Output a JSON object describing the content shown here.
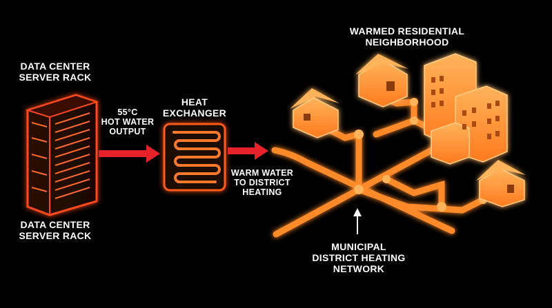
{
  "server": {
    "title_top": [
      "DATA CENTER",
      "SERVER RACK"
    ],
    "title_bottom": [
      "DATA CENTER",
      "SERVER RACK"
    ]
  },
  "flow": {
    "hot_output": [
      "55°C",
      "HOT WATER",
      "OUTPUT"
    ],
    "warm_output": [
      "WARM WATER",
      "TO DISTRICT",
      "HEATING"
    ]
  },
  "exchanger": {
    "title": [
      "HEAT",
      "EXCHANGER"
    ]
  },
  "neighborhood": {
    "title": [
      "WARMED RESIDENTIAL",
      "NEIGHBORHOOD"
    ]
  },
  "network": {
    "title": [
      "MUNICIPAL",
      "DISTRICT HEATING",
      "NETWORK"
    ]
  },
  "colors": {
    "glow": "#ff5a1a",
    "pipe": "#ff8a2a",
    "arrow": "#e8222a",
    "building": "#ff9a3c"
  }
}
